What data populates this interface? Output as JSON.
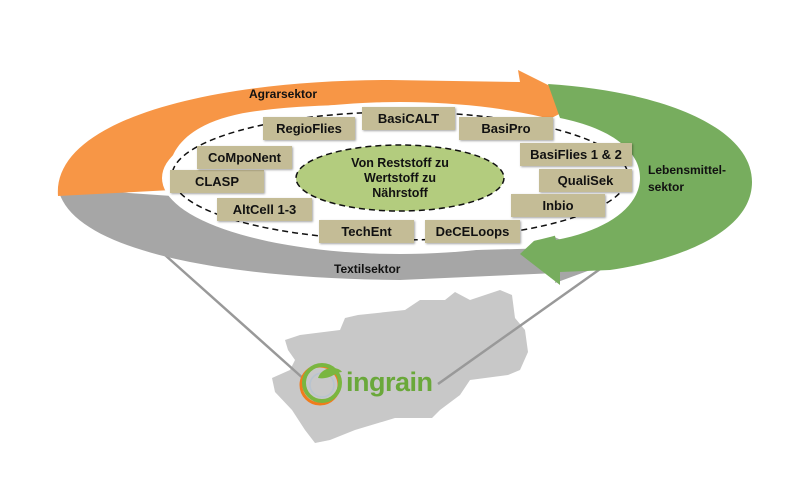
{
  "sectors": {
    "agrar": "Agrarsektor",
    "lebensmittel_line1": "Lebensmittel-",
    "lebensmittel_line2": "sektor",
    "textil": "Textilsektor"
  },
  "center": {
    "line1": "Von Reststoff zu",
    "line2": "Wertstoff zu",
    "line3": "Nährstoff"
  },
  "projects": [
    "RegioFlies",
    "BasiCALT",
    "BasiPro",
    "BasiFlies 1 & 2",
    "QualiSek",
    "Inbio",
    "DeCELoops",
    "TechEnt",
    "AltCell 1-3",
    "CLASP",
    "CoMpoNent"
  ],
  "logo": "ingrain",
  "colors": {
    "agrar": "#f79646",
    "lebensmittel": "#77ad5e",
    "textil": "#a6a6a6",
    "box": "#c4bc96",
    "center": "#b3cc7e",
    "map": "#c8c8c8"
  }
}
